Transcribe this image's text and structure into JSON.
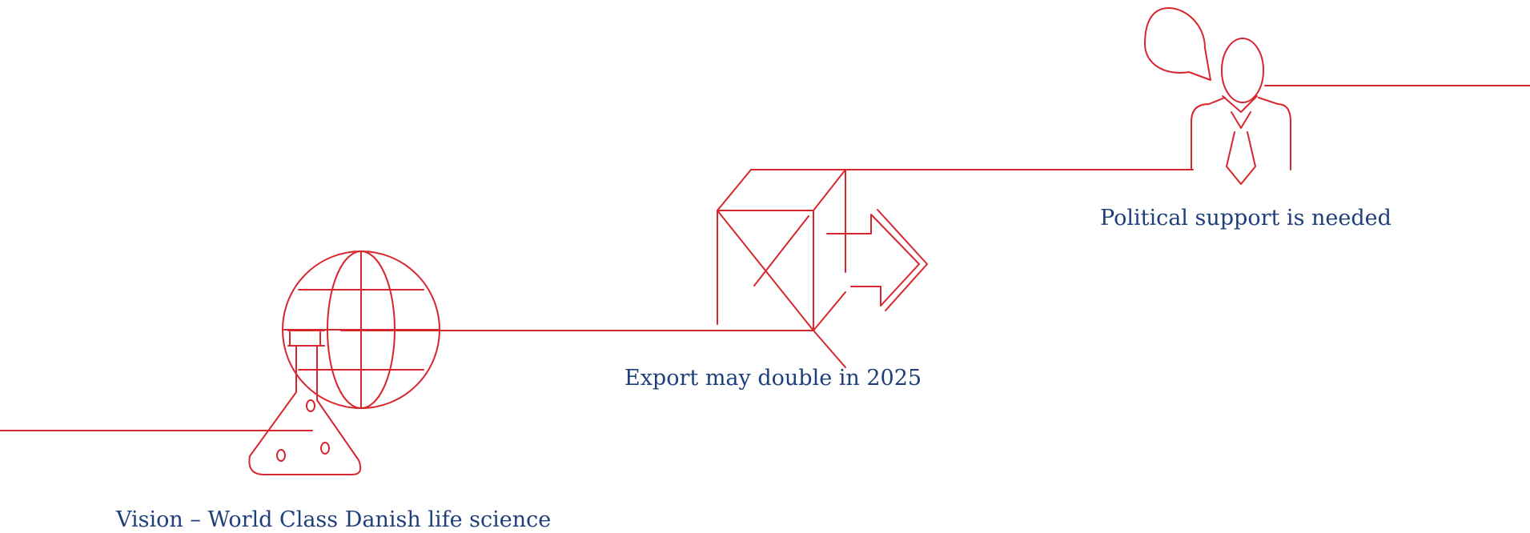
{
  "diagram": {
    "steps": [
      {
        "id": "vision",
        "label": "Vision – World Class Danish life science",
        "icon": "globe-flask-icon"
      },
      {
        "id": "export",
        "label": "Export may double in 2025",
        "icon": "box-export-arrow-icon"
      },
      {
        "id": "political",
        "label": "Political support is needed",
        "icon": "speaking-person-icon"
      }
    ]
  },
  "colors": {
    "line": "#d7262e",
    "text": "#1f3f7a"
  }
}
